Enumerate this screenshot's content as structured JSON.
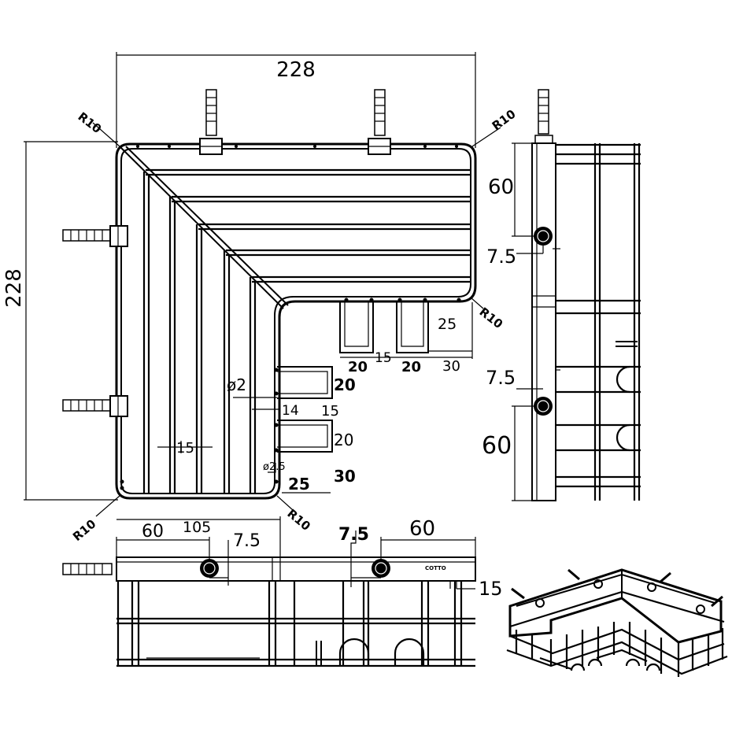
{
  "top_view": {
    "width_label": "228",
    "height_label": "228",
    "radius_top_left": "R10",
    "radius_top_right": "R10",
    "radius_inner": "R10",
    "radius_bottom_left": "R10",
    "radius_bottom_right": "R10",
    "wire_diameter": "ø2",
    "hole_diameter": "ø2.5",
    "spacing_15_a": "15",
    "dim_14": "14",
    "dim_15_b": "15",
    "dim_20_a": "20",
    "dim_20_b": "20",
    "dim_30_a": "30",
    "dim_25_a": "25",
    "dim_20_c": "20",
    "dim_15_c": "15",
    "dim_20_d": "20",
    "dim_30_b": "30",
    "dim_25_b": "25"
  },
  "side_view": {
    "dim_60_top": "60",
    "dim_75_top": "7.5",
    "dim_75_bottom": "7.5",
    "dim_60_bottom": "60"
  },
  "front_view": {
    "dim_60_left": "60",
    "dim_105": "105",
    "dim_75_left": "7.5",
    "dim_75_center": "7.5",
    "dim_60_right": "60",
    "dim_15_right": "15",
    "brand_mark": "COTTO"
  }
}
